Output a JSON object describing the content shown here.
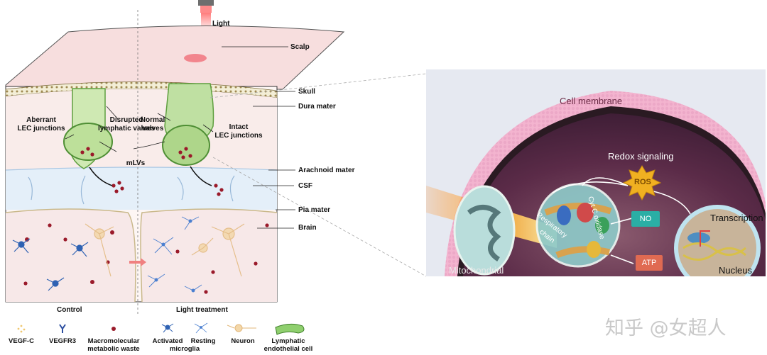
{
  "left": {
    "light_label": "Light",
    "layers": {
      "scalp": "Scalp",
      "skull": "Skull",
      "dura": "Dura mater",
      "arachnoid": "Arachnoid mater",
      "csf": "CSF",
      "pia": "Pia mater",
      "brain": "Brain"
    },
    "annotations": {
      "aberrant_1": "Aberrant",
      "aberrant_2": "LEC junctions",
      "disrupted_1": "Disrupted",
      "disrupted_2": "lymphatic valves",
      "normal_1": "Normal",
      "normal_2": "valves",
      "intact_1": "Intact",
      "intact_2": "LEC junctions",
      "mlvs": "mLVs"
    },
    "panels": {
      "control": "Control",
      "treatment": "Light treatment"
    },
    "legend": {
      "vegfc": "VEGF-C",
      "vegfr3": "VEGFR3",
      "waste_1": "Macromolecular",
      "waste_2": "metabolic waste",
      "microglia_activated": "Activated",
      "microglia_resting": "Resting",
      "microglia_word": "microglia",
      "neuron": "Neuron",
      "lec_1": "Lymphatic",
      "lec_2": "endothelial cell"
    }
  },
  "right": {
    "membrane": "Cell membrane",
    "redox": "Redox signaling",
    "ros": "ROS",
    "no": "NO",
    "atp": "ATP",
    "respiratory_1": "Respiratory",
    "respiratory_2": "chain",
    "cytc": "Cyt C oxidase",
    "transcription": "Transcription",
    "nucleus": "Nucleus",
    "mito": "Mitochondrial"
  },
  "watermark": "知乎 @女超人",
  "colors": {
    "scalp": "#f7dede",
    "dura": "#f9ecea",
    "csf": "#e4eff9",
    "brain": "#f7e8e8",
    "vessel": "#8fcf6e",
    "waste": "#9a1a2a",
    "cell_bg": "#5a2a4a",
    "ros_box": "#f0b021",
    "no_box": "#2aaea5",
    "atp_box": "#e06a52"
  }
}
